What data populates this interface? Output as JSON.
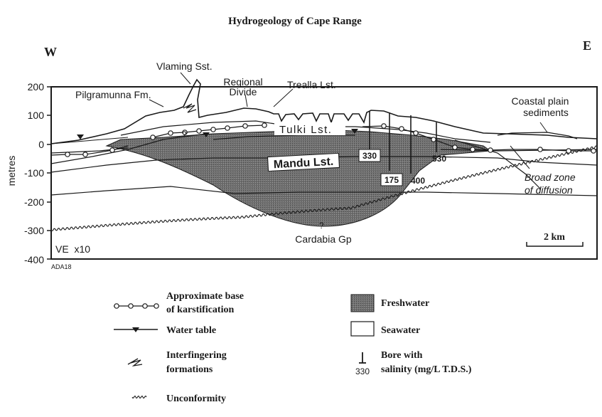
{
  "title": "Hydrogeology of Cape Range",
  "compass": {
    "west": "W",
    "east": "E"
  },
  "axis": {
    "label": "metres",
    "ticks": [
      "200",
      "100",
      "0",
      "-100",
      "-200",
      "-300",
      "-400"
    ]
  },
  "formations": {
    "vlaming": "Vlaming Sst.",
    "regional_divide_1": "Regional",
    "regional_divide_2": "Divide",
    "trealla": "Trealla Lst.",
    "pilgramunna": "Pilgramunna Fm.",
    "coastal_1": "Coastal plain",
    "coastal_2": "sediments",
    "tulki": "Tulki Lst.",
    "mandu": "Mandu Lst.",
    "cardabia": "Cardabia Gp",
    "broad_zone_1": "Broad zone",
    "broad_zone_2": "of diffusion",
    "query": "?"
  },
  "bores": [
    "330",
    "175",
    "400",
    "530"
  ],
  "scale": {
    "ve": "VE  x10",
    "bar": "2 km"
  },
  "figure_code": "ADA18",
  "legend": {
    "karst_1": "Approximate base",
    "karst_2": "of karstification",
    "water_table": "Water table",
    "interfinger_1": "Interfingering",
    "interfinger_2": "formations",
    "unconformity": "Unconformity",
    "freshwater": "Freshwater",
    "seawater": "Seawater",
    "bore_1": "Bore with",
    "bore_value": "330",
    "bore_2": "salinity (mg/L T.D.S.)"
  },
  "colors": {
    "ink": "#1a1a1a",
    "freshwater": "#6e6e6e",
    "seawater": "#ffffff"
  }
}
